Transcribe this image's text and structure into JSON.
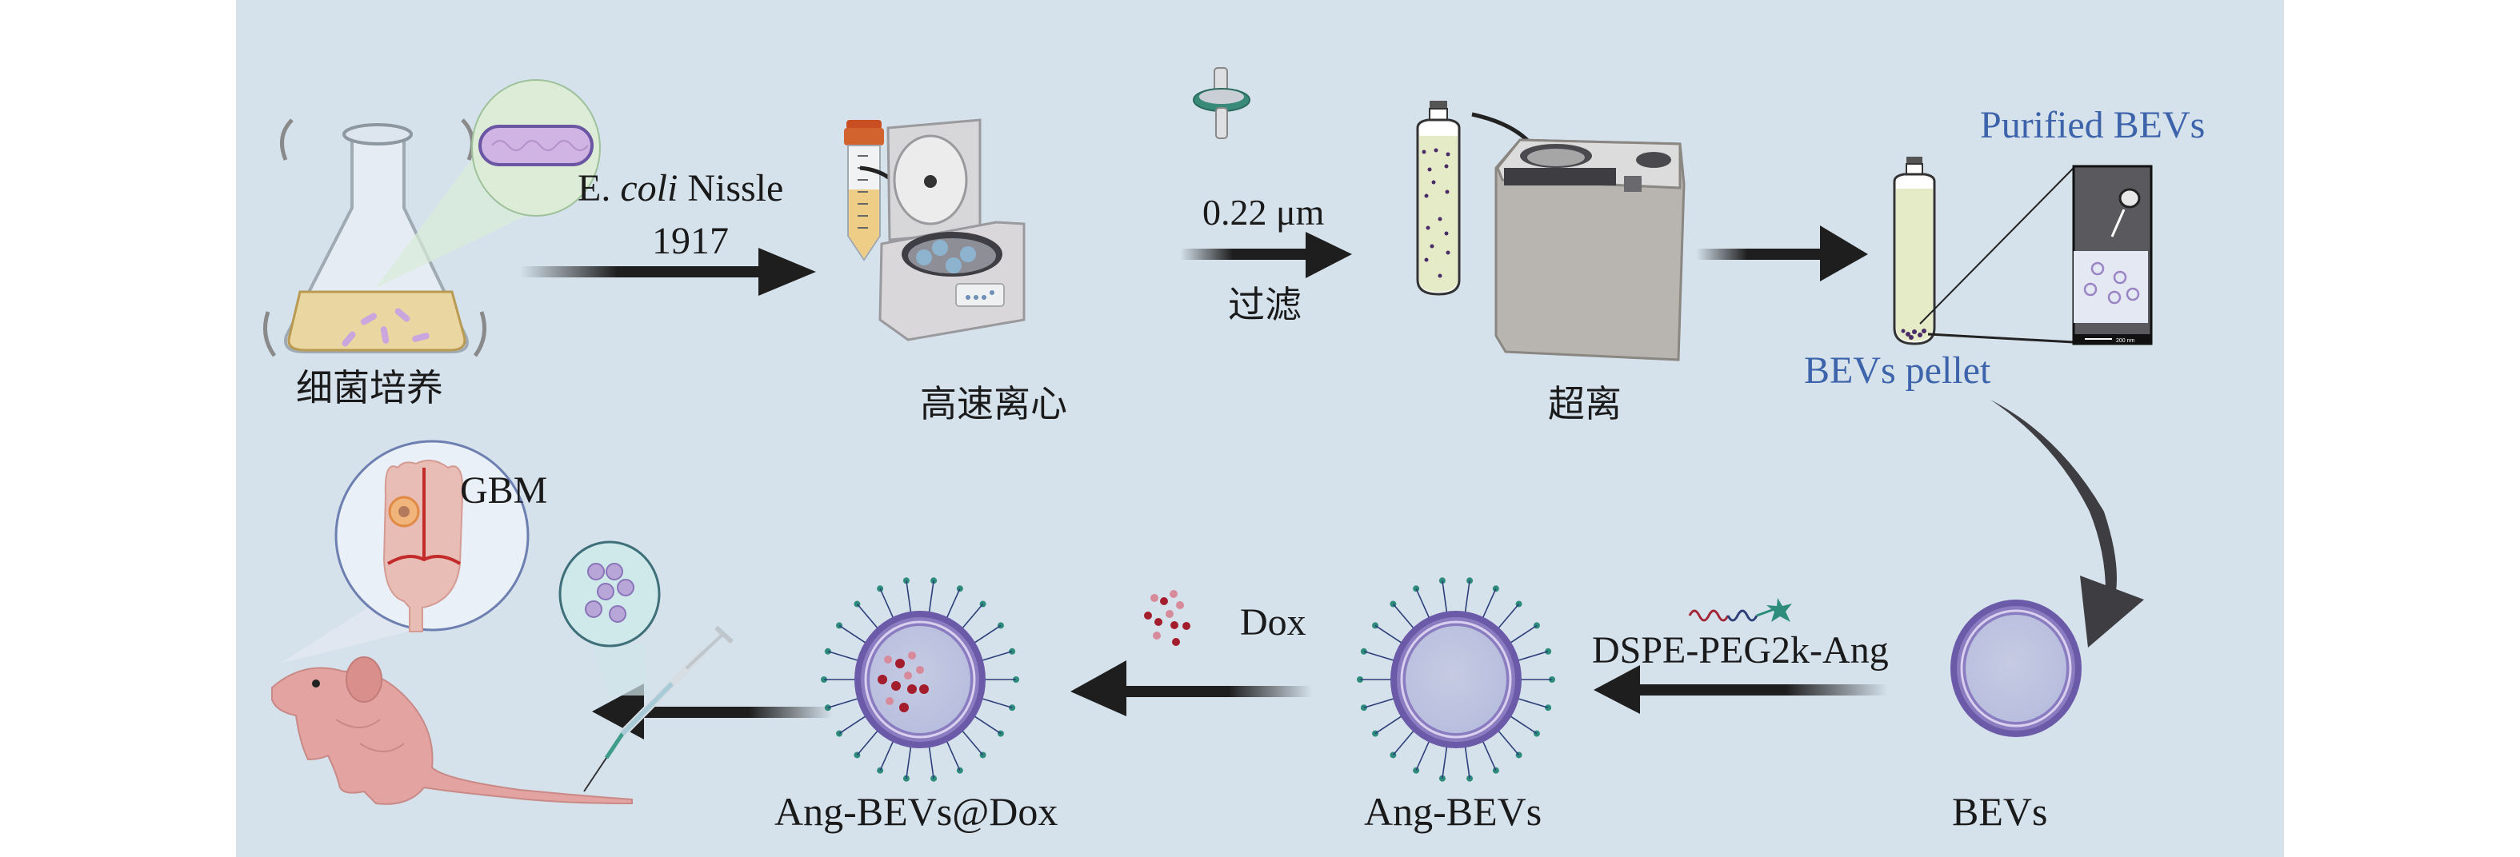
{
  "figure": {
    "description": "Workflow for preparing Ang-modified bacterial extracellular vesicles loaded with doxorubicin for GBM therapy",
    "colors": {
      "panel_bg": "#d5e2ec",
      "arrow": "#1e1e1e",
      "label_text": "#1a1a1a",
      "highlight_text": "#3d63aa",
      "vesicle_membrane": "#6a5aa8",
      "vesicle_lumen": "#c3c9e2",
      "dox_dark": "#a31d2c",
      "dox_light": "#d68a9a",
      "ang_peptide": "#2e8c7c",
      "peg_chain": "#2d3e78",
      "dspe_chain": "#a32637"
    }
  },
  "steps": {
    "culture": {
      "label": "细菌培养",
      "strain_prefix": "E. ",
      "strain_italic": "coli",
      "strain_suffix": " Nissle",
      "strain_number": "1917"
    },
    "centrifuge": {
      "label": "高速离心"
    },
    "filter": {
      "pore_size": "0.22 μm",
      "label": "过滤"
    },
    "ultracentrifuge": {
      "label": "超离"
    },
    "pellet": {
      "label": "BEVs pellet",
      "inset_title": "Purified BEVs",
      "scale_bar": "200 nm"
    },
    "bevs": {
      "label": "BEVs"
    },
    "modification": {
      "reagent": "DSPE-PEG2k-Ang"
    },
    "ang_bevs": {
      "label": "Ang-BEVs"
    },
    "drug": {
      "label": "Dox"
    },
    "loaded": {
      "label": "Ang-BEVs@Dox"
    },
    "in_vivo": {
      "target": "GBM"
    }
  }
}
